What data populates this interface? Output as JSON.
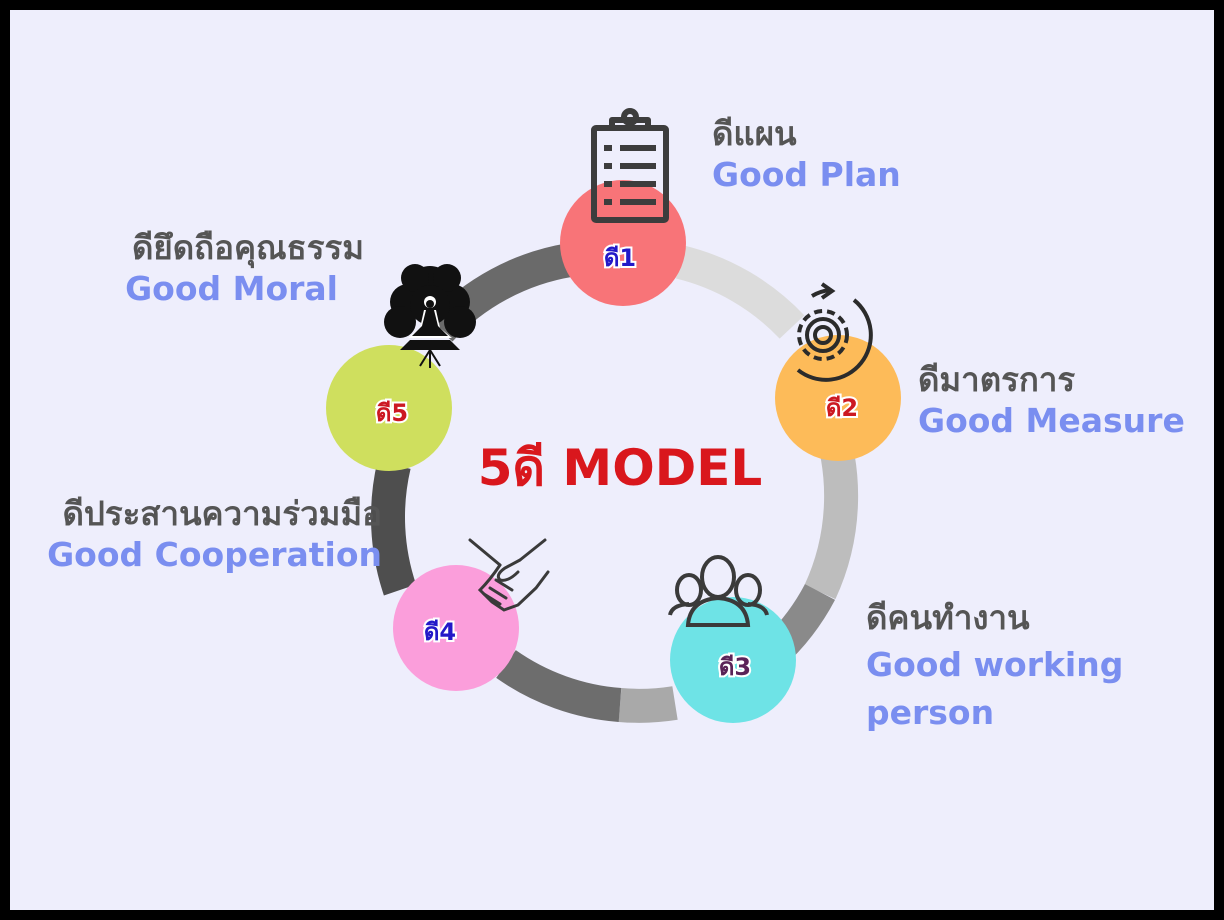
{
  "title": "5ดี MODEL",
  "colors": {
    "background": "#eeeefc",
    "title": "#d9171d",
    "thai_label": "#555555",
    "english_label": "#7a8ef0"
  },
  "nodes": [
    {
      "id": "d1",
      "badge": "ดี1",
      "thai": "ดีแผน",
      "english": "Good Plan",
      "circle_color": "#f87478",
      "badge_color": "#2319c8",
      "icon": "clipboard-icon"
    },
    {
      "id": "d2",
      "badge": "ดี2",
      "thai": "ดีมาตรการ",
      "english": "Good Measure",
      "circle_color": "#fdbb59",
      "badge_color": "#cc1822",
      "icon": "gear-refresh-icon"
    },
    {
      "id": "d3",
      "badge": "ดี3",
      "thai": "ดีคนทำงาน",
      "english_line1": "Good working",
      "english_line2": "person",
      "circle_color": "#6ee3e6",
      "badge_color": "#5a2358",
      "icon": "people-group-icon"
    },
    {
      "id": "d4",
      "badge": "ดี4",
      "thai": "ดีประสานความร่วมมือ",
      "english": "Good Cooperation",
      "circle_color": "#fb9edb",
      "badge_color": "#2319c8",
      "icon": "handshake-icon"
    },
    {
      "id": "d5",
      "badge": "ดี5",
      "thai": "ดียึดถือคุณธรรม",
      "english": "Good Moral",
      "circle_color": "#cfdf5e",
      "badge_color": "#cc1822",
      "icon": "meditation-tree-icon"
    }
  ]
}
